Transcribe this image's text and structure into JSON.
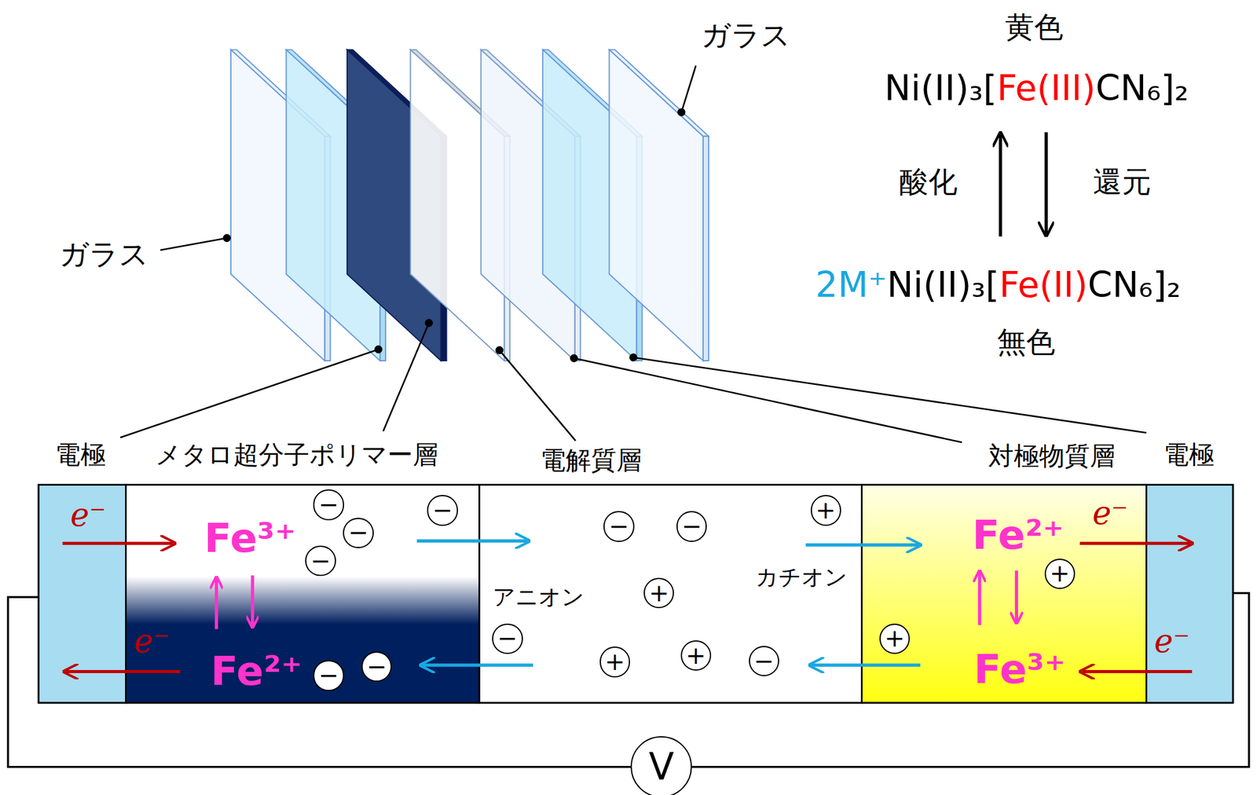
{
  "diagram": {
    "nodes": [
      {
        "text": [
          "e⁻"
        ]
      },
      {
        "text": [
          "Fe³⁺",
          "Fe²⁺"
        ]
      },
      {
        "text": [
          "−"
        ],
        "in": 1
      },
      {
        "text": [
          "−"
        ],
        "in": 1
      },
      {
        "text": [
          "−"
        ],
        "in": 1
      },
      {
        "text": [
          "−"
        ],
        "in": 1
      },
      {
        "text": [
          "−"
        ],
        "in": 1
      },
      {
        "text": [
          "−"
        ],
        "in": 1
      },
      {
        "text": [
          "アニオン",
          "カチオン"
        ]
      },
      {
        "text": [
          "+"
        ],
        "in": 8
      },
      {
        "text": [
          "−"
        ],
        "in": 8
      },
      {
        "text": [
          "−"
        ],
        "in": 8
      },
      {
        "text": [
          "+"
        ],
        "in": 8
      },
      {
        "text": [
          "−"
        ],
        "in": 8
      },
      {
        "text": [
          "+"
        ],
        "in": 8
      },
      {
        "text": [
          "−"
        ],
        "in": 8
      },
      {
        "text": [
          "+"
        ],
        "in": 8
      },
      {
        "text": [
          "Fe²⁺",
          "Fe³⁺"
        ]
      },
      {
        "text": [
          "+"
        ],
        "in": 17
      },
      {
        "text": [
          "+"
        ],
        "in": 17
      },
      {
        "text": [
          "e⁻"
        ]
      },
      {
        "text": [
          "V"
        ]
      }
    ],
    "edges": [
      {
        "from": 0,
        "to": 21,
        "arrow": "none"
      },
      {
        "from": 21,
        "to": 20,
        "arrow": "none"
      }
    ],
    "labels": [
      "ガラス",
      "ガラス",
      "電極",
      "メタロ超分子ポリマー層",
      "電解質層",
      "対極物質層",
      "電極",
      "黄色",
      "Ni(II)₃[Fe(III)CN₆]₂",
      "酸化",
      "還元",
      "2M⁺Ni(II)₃[Fe(II)CN₆]₂",
      "無色",
      "e⁻",
      "e⁻"
    ]
  }
}
